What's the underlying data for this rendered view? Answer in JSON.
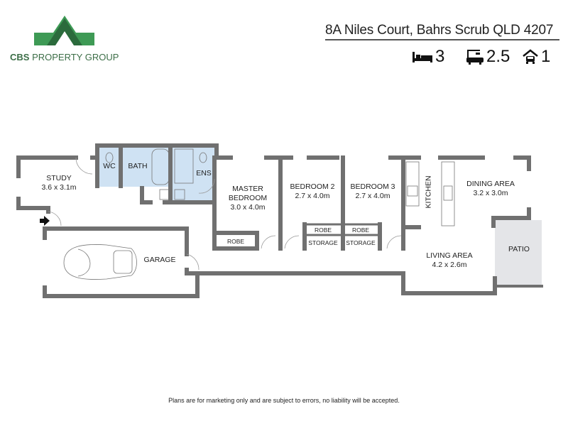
{
  "brand": {
    "name_bold": "CBS",
    "name_rest": "PROPERTY GROUP",
    "colors": {
      "dark": "#2e7d4a",
      "light": "#4caf5e"
    }
  },
  "address": "8A Niles Court, Bahrs Scrub QLD 4207",
  "stats": {
    "bedrooms": "3",
    "bathrooms": "2.5",
    "parking": "1"
  },
  "rooms": {
    "study": {
      "name": "STUDY",
      "size": "3.6 x 3.1m"
    },
    "wc": {
      "name": "WC"
    },
    "bath": {
      "name": "BATH"
    },
    "ens": {
      "name": "ENS"
    },
    "master": {
      "name1": "MASTER",
      "name2": "BEDROOM",
      "size": "3.0 x 4.0m"
    },
    "master_robe": "ROBE",
    "bed2": {
      "name": "BEDROOM 2",
      "size": "2.7 x 4.0m"
    },
    "bed3": {
      "name": "BEDROOM 3",
      "size": "2.7 x 4.0m"
    },
    "robe2": "ROBE",
    "robe3": "ROBE",
    "storage2": "STORAGE",
    "storage3": "STORAGE",
    "kitchen": {
      "name": "KITCHEN"
    },
    "dining": {
      "name": "DINING AREA",
      "size": "3.2 x 3.0m"
    },
    "living": {
      "name": "LIVING AREA",
      "size": "4.2 x 2.6m"
    },
    "patio": {
      "name": "PATIO"
    },
    "garage": {
      "name": "GARAGE"
    }
  },
  "colors": {
    "wall": "#707070",
    "wet": "#cfe2f3",
    "patio": "#e4e5e8"
  },
  "disclaimer": "Plans are for marketing only and are subject to errors, no liability will be accepted."
}
